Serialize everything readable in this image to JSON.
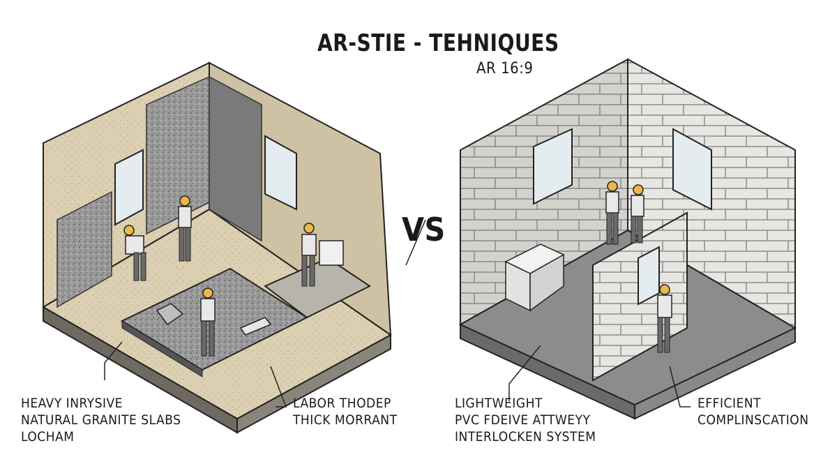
{
  "header": {
    "title": "AR-STIE - TEHNIQUES",
    "subtitle": "AR 16:9"
  },
  "vs_label": "VS",
  "left_panel": {
    "captions": [
      {
        "lines": [
          "HEAVY INRYSIVE",
          "NATURAL GRANITE SLABS",
          "LOCHAM"
        ]
      },
      {
        "lines": [
          "LABOR THODEP",
          "THICK MORRANT"
        ]
      }
    ]
  },
  "right_panel": {
    "captions": [
      {
        "lines": [
          "LIGHTWEIGHT",
          "PVC FDEIVE ATTWEYY",
          "INTERLOCKEN SYSTEM"
        ]
      },
      {
        "lines": [
          "EFFICIENT",
          "COMPLINSCATION"
        ]
      }
    ]
  },
  "colors": {
    "left_wall": "#d9cdb0",
    "granite": "#8c8c8c",
    "right_wall": "#d6d4d0",
    "floor_dark": "#7a7a7a",
    "helmet": "#e8b84a"
  }
}
